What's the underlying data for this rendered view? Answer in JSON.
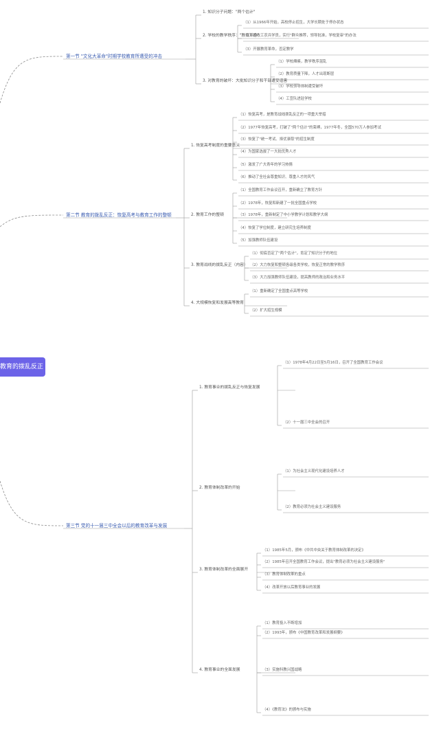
{
  "root": {
    "label": "教育的拨乱反正"
  },
  "branches": [
    {
      "label": "第一节 \"文化大革命\"时期学校教育所遭受的冲击",
      "children": [
        {
          "label": "1. 知识分子问题：\"两个估计\""
        },
        {
          "label": "2. 学校的教学秩序：\"教育革命\"",
          "children": [
            "（1）从1966年开始，高校停止招生，大学长期处于停办状态",
            "（2）招收工农兵学员，实行\"群众推荐，领导批准，学校复审\"的办法",
            "（3）开展教育革命，否定教学"
          ]
        },
        {
          "label": "3. 对教育的破坏：大批知识分子和干部遭受迫害",
          "children": [
            "（1）学校瘫痪，教学秩序混乱",
            "（2）教育质量下降，人才出现断层",
            "（3）学校领导体制遭受破坏",
            "（4）工宣队进驻学校"
          ]
        }
      ]
    },
    {
      "label": "第二节 教育的拨乱反正：恢复高考与教育工作的整顿",
      "children": [
        {
          "label": "1. 恢复高考制度的重要意义",
          "children": [
            "（1）恢复高考，是教育战线拨乱反正的一项重大举措",
            "（2）1977年恢复高考，打破了\"两个估计\"的束缚，1977年冬，全国570万人参加考试",
            "（3）恢复了\"统一考试、择优录取\"的招生制度",
            "（4）为国家选拔了一大批优秀人才",
            "（5）激发了广大青年的学习热情",
            "（6）推动了全社会尊重知识、尊重人才的风气"
          ]
        },
        {
          "label": "2. 教育工作的整顿",
          "children": [
            "（1）全国教育工作会议召开，重新确立了教育方针",
            "（2）1978年，恢复和新建了一批全国重点学校",
            "（3）1978年，重新制定了中小学教学计划和教学大纲",
            "（4）恢复了学位制度，建立研究生培养制度",
            "（5）加强教师队伍建设"
          ]
        },
        {
          "label": "3. 教育战线的拨乱反正（内容）",
          "children": [
            "（1）彻底否定了\"两个估计\"，肯定了知识分子的地位",
            "（2）大力恢复和整顿各级各类学校，恢复正常的教学秩序",
            "（3）大力加强教师队伍建设，提高教师的政治和业务水平"
          ]
        },
        {
          "label": "4. 大规模恢复和发展高等教育",
          "children": [
            "（1）重新确定了全国重点高等学校",
            "（2）扩大招生规模"
          ]
        }
      ]
    },
    {
      "label": "第三节 党的十一届三中全会以后的教育改革与发展",
      "children": [
        {
          "label": "1. 教育事业的拨乱反正与恢复发展",
          "children": [
            "（1）1978年4月22日至5月16日，召开了全国教育工作会议",
            "（2）十一届三中全会的召开"
          ]
        },
        {
          "label": "2. 教育体制改革的开始",
          "children": [
            "（1）为社会主义现代化建设培养人才",
            "（2）教育必须为社会主义建设服务"
          ]
        },
        {
          "label": "3. 教育体制改革的全面展开",
          "children": [
            "（1）1985年5月，颁布《中共中央关于教育体制改革的决定》",
            "（2）1985年召开全国教育工作会议，提出\"教育必须为社会主义建设服务\"",
            "（3）教育体制改革的重点",
            "（4）改革开放以后教育事业的发展"
          ]
        },
        {
          "label": "4. 教育事业的全面发展",
          "children": [
            "（1）教育投入不断增加",
            "（2）1993年，颁布《中国教育改革和发展纲要》",
            "（3）实施科教兴国战略",
            "（4）《教育法》的颁布与实施"
          ]
        }
      ]
    }
  ]
}
